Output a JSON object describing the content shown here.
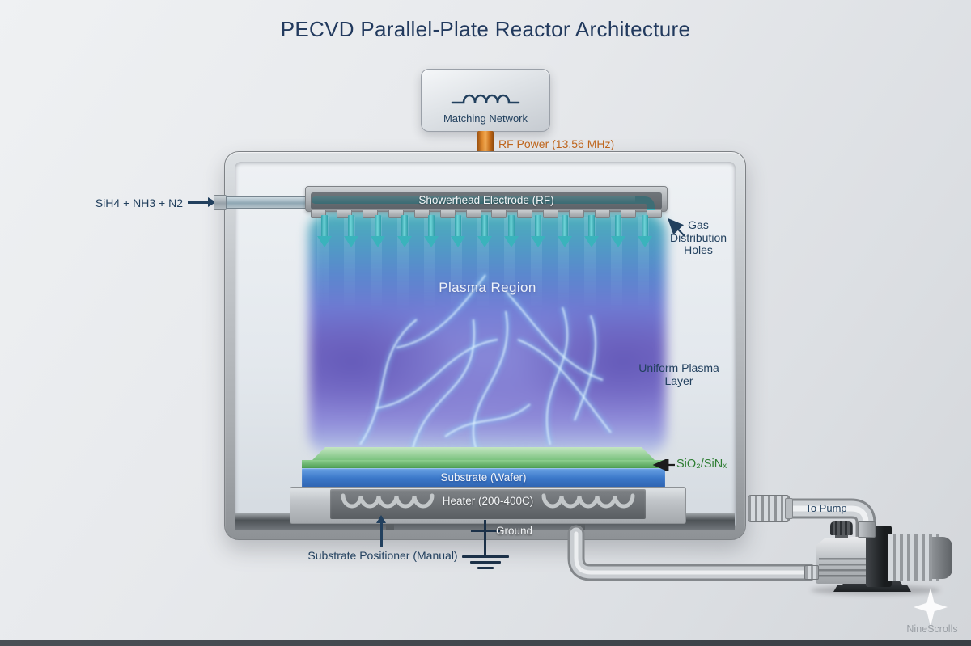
{
  "title": "PECVD Parallel-Plate Reactor Architecture",
  "matching_network": {
    "label": "Matching Network"
  },
  "rf_power": {
    "label": "RF Power (13.56 MHz)",
    "color": "#c1661c"
  },
  "gas_inlet": {
    "label": "SiH4 + NH3 + N2"
  },
  "showerhead": {
    "label": "Showerhead Electrode (RF)",
    "arrow_count": 13,
    "nozzle_count": 14
  },
  "plasma": {
    "label": "Plasma Region"
  },
  "stack": {
    "substrate_label": "Substrate (Wafer)",
    "heater_label": "Heater (200-400C)"
  },
  "annotations": {
    "gas_holes": "Gas Distribution Holes",
    "uniform_plasma": "Uniform Plasma Layer",
    "film": "SiO₂/SiNₓ",
    "positioner": "Substrate Positioner (Manual)",
    "to_pump": "To Pump",
    "ground": "Ground"
  },
  "watermark": {
    "brand": "NineScrolls"
  },
  "colors": {
    "title_navy": "#223a5e",
    "accent_orange": "#c1661c",
    "gas_teal": "#3ab3bc",
    "plasma_purple": "#7a6fc8",
    "substrate_blue": "#3b78c9",
    "film_green": "#2e7d32"
  }
}
